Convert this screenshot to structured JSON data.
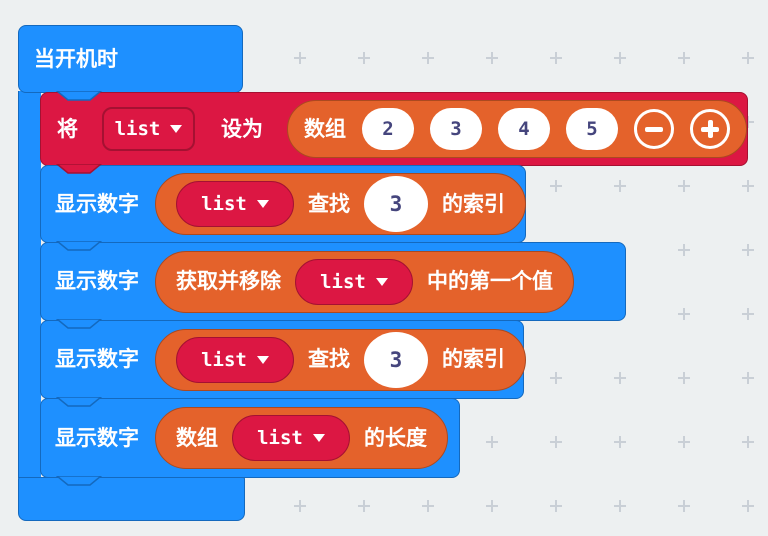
{
  "colors": {
    "workspace_bg": "#EDF0F1",
    "grid_cross": "#C9CFD6",
    "blue": "#1E90FF",
    "blue_border": "#1469BE",
    "red": "#DC1743",
    "red_border": "#A51132",
    "orange": "#E4622B",
    "orange_border": "#AB4920",
    "field_text": "#45457D"
  },
  "on_start": {
    "label": "当开机时"
  },
  "set_variable": {
    "prefix": "将",
    "variable": "list",
    "infix": "设为",
    "array": {
      "label": "数组",
      "values": [
        "2",
        "3",
        "4",
        "5"
      ]
    }
  },
  "show_rows": {
    "find_index_1": {
      "show": "显示数字",
      "variable": "list",
      "mid": "查找",
      "value": "3",
      "suffix": "的索引"
    },
    "remove_first": {
      "show": "显示数字",
      "prefix": "获取并移除",
      "variable": "list",
      "suffix": "中的第一个值"
    },
    "find_index_2": {
      "show": "显示数字",
      "variable": "list",
      "mid": "查找",
      "value": "3",
      "suffix": "的索引"
    },
    "array_length": {
      "show": "显示数字",
      "prefix": "数组",
      "variable": "list",
      "suffix": "的长度"
    }
  }
}
